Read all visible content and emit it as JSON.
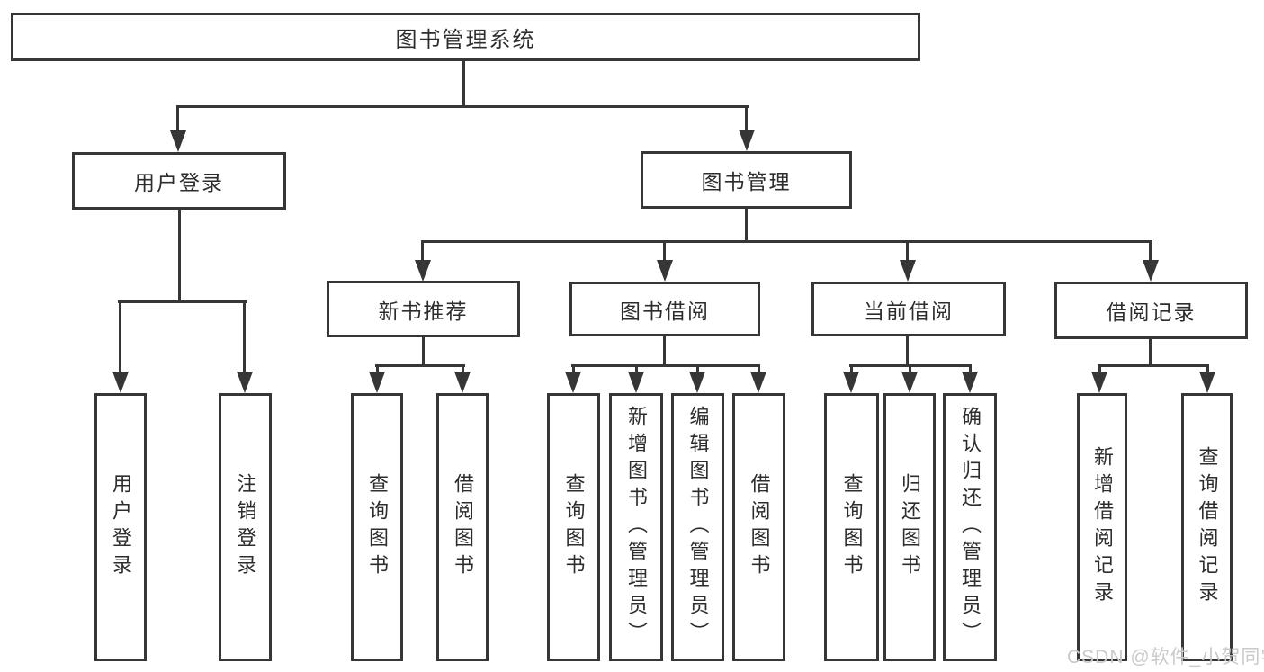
{
  "tree": {
    "label": "图书管理系统",
    "children": [
      {
        "label": "用户登录",
        "children": [
          {
            "label": "用户登录"
          },
          {
            "label": "注销登录"
          }
        ]
      },
      {
        "label": "图书管理",
        "children": [
          {
            "label": "新书推荐",
            "children": [
              {
                "label": "查询图书"
              },
              {
                "label": "借阅图书"
              }
            ]
          },
          {
            "label": "图书借阅",
            "children": [
              {
                "label": "查询图书"
              },
              {
                "label": "新增图书（管理员）"
              },
              {
                "label": "编辑图书（管理员）"
              },
              {
                "label": "借阅图书"
              }
            ]
          },
          {
            "label": "当前借阅",
            "children": [
              {
                "label": "查询图书"
              },
              {
                "label": "归还图书"
              },
              {
                "label": "确认归还（管理员）"
              }
            ]
          },
          {
            "label": "借阅记录",
            "children": [
              {
                "label": "新增借阅记录"
              },
              {
                "label": "查询借阅记录"
              }
            ]
          }
        ]
      }
    ]
  },
  "watermark": {
    "text": "CSDN @软件_小贺同学"
  },
  "colors": {
    "line": "#363636",
    "text": "#2d2d2d",
    "background": "#ffffff",
    "watermark": "#c9c9c9"
  }
}
